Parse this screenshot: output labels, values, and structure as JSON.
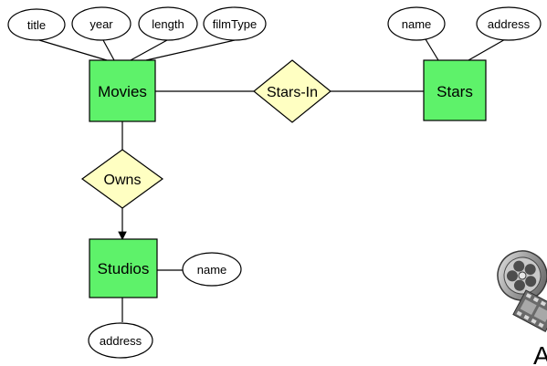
{
  "colors": {
    "entity_fill": "#5ef26a",
    "relationship_fill": "#ffffc2",
    "attribute_fill": "#ffffff",
    "line": "#000000"
  },
  "entities": {
    "movies": "Movies",
    "stars": "Stars",
    "studios": "Studios"
  },
  "relationships": {
    "stars_in": "Stars-In",
    "owns": "Owns"
  },
  "attributes": {
    "movies": [
      "title",
      "year",
      "length",
      "filmType"
    ],
    "stars": [
      "name",
      "address"
    ],
    "studios_name": "name",
    "studios_address": "address"
  },
  "decoration": {
    "icon": "film-reel-icon",
    "letter": "A"
  }
}
